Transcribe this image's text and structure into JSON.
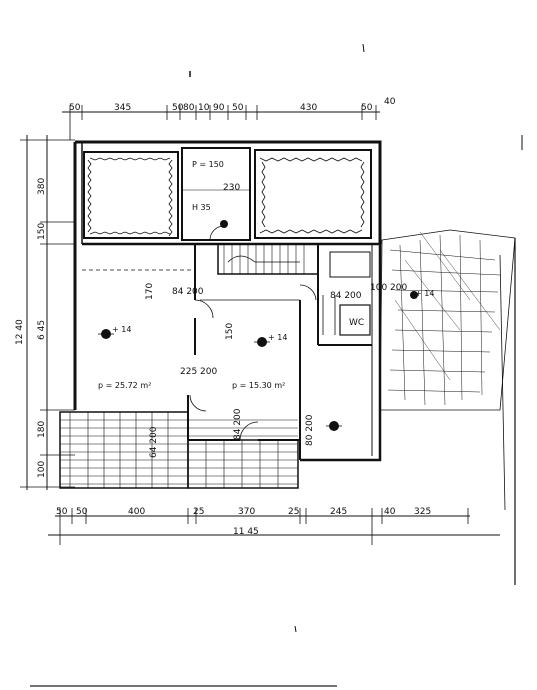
{
  "dims_top": [
    "50",
    "345",
    "50",
    "80",
    "10",
    "90",
    "50",
    "430",
    "50",
    "40"
  ],
  "dims_bottom": [
    "50",
    "50",
    "400",
    "25",
    "370",
    "25",
    "245",
    "40",
    "325"
  ],
  "dim_total_bottom": "11 45",
  "dims_left": [
    "380",
    "150",
    "12 40",
    "6 45",
    "180",
    "100"
  ],
  "room_labels": {
    "bath_area": "P = 150",
    "bath_height": "H 35",
    "living_area": "p = 25.72 m²",
    "living_height": "+ 14",
    "hall_area": "p = 15.30 m²",
    "hall_height": "+ 14",
    "terrace_height": "+ 14",
    "wc": "WC"
  },
  "opening_labels": [
    "84 200",
    "84 200",
    "225 200",
    "84 200",
    "64 200",
    "80 200",
    "100 200",
    "230",
    "150",
    "170"
  ]
}
